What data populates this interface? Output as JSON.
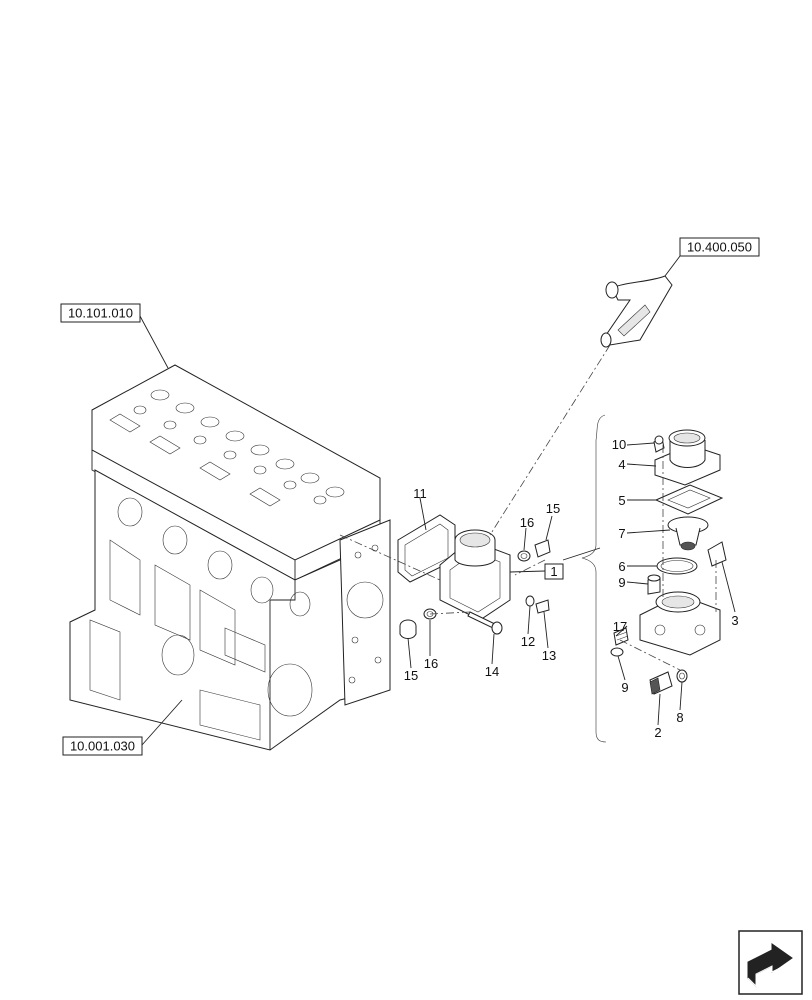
{
  "references": [
    {
      "id": "ref-cylinder-head",
      "label": "10.101.010"
    },
    {
      "id": "ref-engine-block",
      "label": "10.001.030"
    },
    {
      "id": "ref-water-pipe",
      "label": "10.400.050"
    }
  ],
  "assembly_callout": "1",
  "callouts": [
    {
      "id": "c11",
      "label": "11"
    },
    {
      "id": "c16a",
      "label": "16"
    },
    {
      "id": "c15a",
      "label": "15"
    },
    {
      "id": "c15b",
      "label": "15"
    },
    {
      "id": "c16b",
      "label": "16"
    },
    {
      "id": "c14",
      "label": "14"
    },
    {
      "id": "c12",
      "label": "12"
    },
    {
      "id": "c13",
      "label": "13"
    },
    {
      "id": "c10",
      "label": "10"
    },
    {
      "id": "c4",
      "label": "4"
    },
    {
      "id": "c5",
      "label": "5"
    },
    {
      "id": "c7",
      "label": "7"
    },
    {
      "id": "c6",
      "label": "6"
    },
    {
      "id": "c9a",
      "label": "9"
    },
    {
      "id": "c3",
      "label": "3"
    },
    {
      "id": "c17",
      "label": "17"
    },
    {
      "id": "c9b",
      "label": "9"
    },
    {
      "id": "c2",
      "label": "2"
    },
    {
      "id": "c8",
      "label": "8"
    }
  ],
  "icons": [
    "next-page-arrow-icon"
  ]
}
